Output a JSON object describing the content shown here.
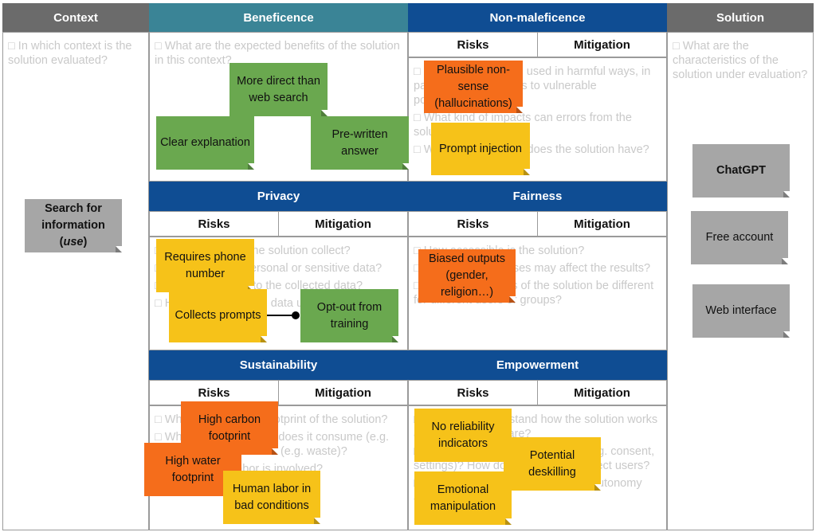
{
  "columns": {
    "context": {
      "title": "Context",
      "question": "□ In which context is the solution evaluated?",
      "notes": [
        {
          "html": "<b>Search for information (<i>use</i>)</b>"
        }
      ]
    },
    "beneficence": {
      "title": "Beneficence",
      "question": "□ What are the expected benefits of the solution in this context?",
      "notes": [
        {
          "text": "More direct than web search"
        },
        {
          "text": "Clear explanation"
        },
        {
          "text": "Pre-written answer"
        }
      ]
    },
    "solution": {
      "title": "Solution",
      "question": "□ What are the characteristics of the solution under evaluation?",
      "notes": [
        {
          "text": "ChatGPT"
        },
        {
          "text": "Free account"
        },
        {
          "text": "Web interface"
        }
      ]
    }
  },
  "labels": {
    "risks": "Risks",
    "mitigation": "Mitigation"
  },
  "sections": {
    "non_maleficence": {
      "title": "Non-maleficence",
      "questions": [
        "□ Can the solution be used in harmful ways, in particular with regards to vulnerable populations?",
        "□ What kind of impacts can errors from the solution have?",
        "□ What vulnerabilities does the solution have?"
      ],
      "notes": [
        {
          "text": "Plausible non-sense (hallucinations)"
        },
        {
          "text": "Prompt injection"
        }
      ]
    },
    "privacy": {
      "title": "Privacy",
      "questions": [
        "□ What data does the solution collect?",
        "□ Does it include personal or sensitive data?",
        "□ Who has access to the collected data?",
        "□ How is the collected data used?"
      ],
      "notes": [
        {
          "text": "Requires phone number"
        },
        {
          "text": "Collects prompts"
        },
        {
          "text": "Opt-out from training"
        }
      ]
    },
    "fairness": {
      "title": "Fairness",
      "questions": [
        "□ How accessible is the solution?",
        "□ What types of biases may affect the results?",
        "□ Can the outcomes of the solution be different for different users or groups?"
      ],
      "notes": [
        {
          "text": "Biased outputs (gender, religion…)"
        }
      ]
    },
    "sustainability": {
      "title": "Sustainability",
      "questions": [
        "□ What is the carbon footprint of the solution?",
        "□ What other resources does it consume (e.g. water)? Does it produce (e.g. waste)?",
        "□ What human labor is involved?"
      ],
      "notes": [
        {
          "text": "High carbon footprint"
        },
        {
          "text": "High water footprint"
        },
        {
          "text": "Human labor in bad conditions"
        }
      ]
    },
    "empowerment": {
      "title": "Empowerment",
      "questions": [
        "□ Can users understand how the solution works and what its limits are?",
        "□ Can users control how it works (e.g. consent, settings)? How does the solution affect users?",
        "□ How can the solution affect user autonomy and agency?"
      ],
      "notes": [
        {
          "text": "No reliability indicators"
        },
        {
          "text": "Potential deskilling"
        },
        {
          "text": "Emotional manipulation"
        }
      ]
    }
  },
  "colors": {
    "header_grey": "#6b6b6b",
    "header_teal": "#3a8496",
    "header_blue": "#0f4d93",
    "note_green": "#6aa84f",
    "note_yellow": "#f6c219",
    "note_orange": "#f56d1b",
    "note_grey": "#a6a6a6"
  }
}
